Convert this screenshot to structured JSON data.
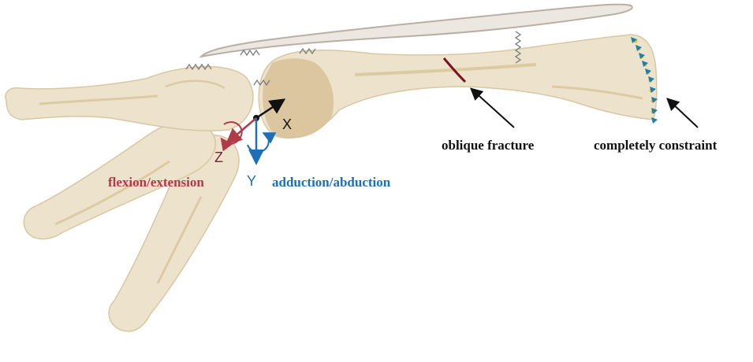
{
  "labels": {
    "oblique_fracture": "oblique fracture",
    "completely_constraint": "completely constraint",
    "flexion_extension": "flexion/extension",
    "adduction_abduction": "adduction/abduction",
    "axis_x": "X",
    "axis_y": "Y",
    "axis_z": "Z"
  },
  "colors": {
    "bone_fill": "#ede3cc",
    "bone_stroke": "#d9c7a3",
    "bone_shade": "#dccaa3",
    "joint_shade": "#d8c29a",
    "ligament_fill": "#ece7e1",
    "ligament_stroke": "#b9afa5",
    "spring": "#7a7a7a",
    "fracture": "#7a1020",
    "flexion_red": "#b03a48",
    "adduction_blue": "#1f6fb8",
    "constraint_yellow": "#e8c12a",
    "constraint_teal": "#1f7fa6",
    "arrow_black": "#111111"
  }
}
